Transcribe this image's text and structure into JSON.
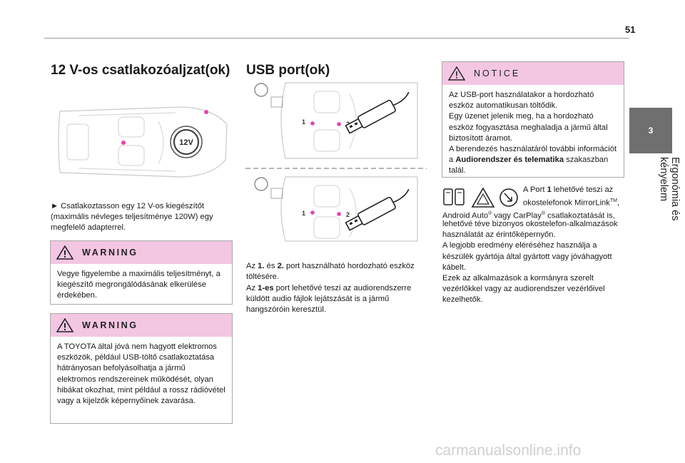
{
  "page_number": "51",
  "chapter": {
    "number": "3",
    "title": "Ergonómia és kényelem"
  },
  "col1": {
    "heading": "12 V-os csatlakozóaljzat(ok)",
    "socket_label": "12V",
    "instruction": "► Csatlakoztasson egy 12 V-os kiegészítőt (maximális névleges teljesítménye 120W) egy megfelelő adapterrel.",
    "warning1": {
      "title": "WARNING",
      "text": "Vegye figyelembe a maximális teljesítményt, a kiegészítő megrongálódásának elkerülése érdekében."
    },
    "warning2": {
      "title": "WARNING",
      "text": "A TOYOTA által jóvá nem hagyott elektromos eszközök, például USB-töltő csatlakoztatása hátrányosan befolyásolhatja a jármű elektromos rendszereinek működését, olyan hibákat okozhat, mint például a rossz rádióvétel vagy a kijelzők képernyőinek zavarása."
    }
  },
  "col2": {
    "heading": "USB port(ok)",
    "fig_labels": {
      "one": "1",
      "two": "2"
    },
    "para1_prefix": "Az ",
    "para1_b1": "1.",
    "para1_mid": " és ",
    "para1_b2": "2.",
    "para1_rest": " port használható hordozható eszköz töltésére.",
    "para2_prefix": "Az ",
    "para2_b": "1-es",
    "para2_rest": " port lehetővé teszi az audiorendszerre küldött audio fájlok lejátszását is a jármű hangszóróin keresztül."
  },
  "col3": {
    "notice": {
      "title": "NOTICE",
      "text1": "Az USB-port használatakor a hordozható eszköz automatikusan töltődik.",
      "text2": "Egy üzenet jelenik meg, ha a hordozható eszköz fogyasztása meghaladja a jármű által biztosított áramot.",
      "text3_prefix": "A berendezés használatáról további információt a ",
      "text3_bold": "Audiorendszer és telematika",
      "text3_suffix": " szakaszban talál."
    },
    "icons": [
      "phone-mirror-icon",
      "android-auto-icon",
      "carplay-icon"
    ],
    "body_l1_a": "A Port ",
    "body_l1_b": "1",
    "body_l1_c": " lehetővé teszi az",
    "body_l2": "okostelefonok MirrorLink",
    "tm": "TM",
    "body_l2_end": ",",
    "body_l3_a": "Android Auto",
    "reg": "®",
    "body_l3_b": " vagy CarPlay",
    "body_l3_c": " csatlakoztatását is,",
    "body_rest1": "lehetővé téve bizonyos okostelefon-alkalmazások használatát az érintőképernyőn.",
    "body_rest2": "A legjobb eredmény eléréséhez használja a készülék gyártója által gyártott vagy jóváhagyott kábelt.",
    "body_rest3": "Ezek az alkalmazások a kormányra szerelt vezérlőkkel vagy az audiorendszer vezérlőivel kezelhetők."
  },
  "footer": "carmanualsonline.info",
  "colors": {
    "accent_pink": "#e83fb5",
    "warning_header": "#f3c6e2",
    "tab_gray": "#6f6f6f"
  }
}
